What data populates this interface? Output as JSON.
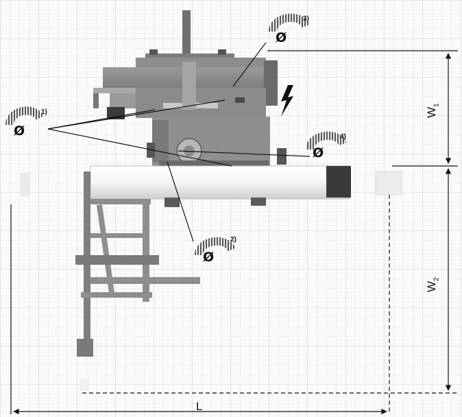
{
  "dimensions": {
    "length_label": "L",
    "width1_label": "W",
    "width1_sub": "1",
    "width2_label": "W",
    "width2_sub": "2"
  },
  "connections": [
    {
      "number": "1)",
      "symbol": "Ø",
      "kind": "dust-extraction-port"
    },
    {
      "number": "2)",
      "symbol": "Ø",
      "kind": "dust-extraction-port"
    },
    {
      "number": "3)",
      "symbol": "Ø",
      "kind": "dust-extraction-port"
    },
    {
      "number": "4)",
      "symbol": "Ø",
      "kind": "dust-extraction-port"
    }
  ],
  "icons": {
    "power": "lightning-bolt-icon",
    "hose": "flexible-hose-icon"
  },
  "colors": {
    "machine_body": "#8a8a8a",
    "machine_dark": "#5c5c5c",
    "table": "#f2f2f2",
    "lines": "#111111",
    "grid": "#e3e3e3"
  }
}
